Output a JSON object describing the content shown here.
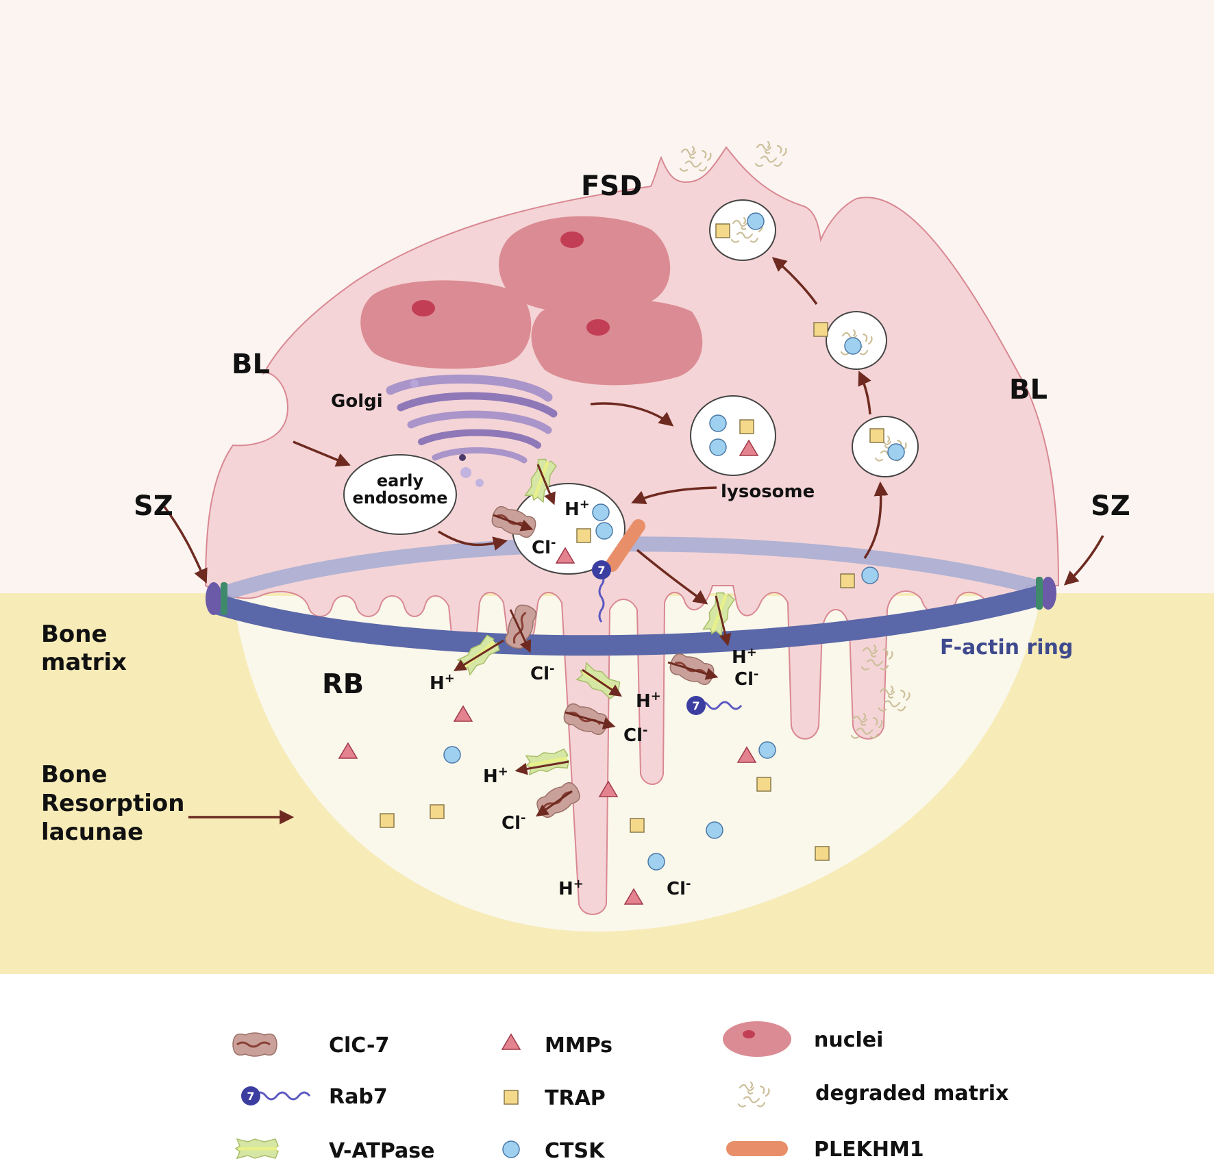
{
  "labels": {
    "fsd": "FSD",
    "bl_left": "BL",
    "bl_right": "BL",
    "sz_left": "SZ",
    "sz_right": "SZ",
    "golgi": "Golgi",
    "early_endosome_1": "early",
    "early_endosome_2": "endosome",
    "lysosome": "lysosome",
    "bone_matrix_1": "Bone",
    "bone_matrix_2": "matrix",
    "rb": "RB",
    "f_actin_ring": "F-actin ring",
    "bone_resorption_1": "Bone",
    "bone_resorption_2": "Resorption",
    "bone_resorption_3": "lacunae"
  },
  "ions": {
    "h": "H",
    "h_sup": "+",
    "cl": "Cl",
    "cl_sup": "-"
  },
  "legend": {
    "clc7": "ClC-7",
    "rab7": "Rab7",
    "rab7_badge": "7",
    "vatpase": "V-ATPase",
    "mmps": "MMPs",
    "trap": "TRAP",
    "ctsk": "CTSK",
    "nuclei": "nuclei",
    "degraded_matrix": "degraded matrix",
    "plekhm1": "PLEKHM1"
  },
  "colors": {
    "background_top": "#fbf4f1",
    "bone_matrix": "#f7ebb7",
    "lacuna": "#faf7eb",
    "cell_body": "#f4d4d6",
    "cell_border": "#d98892",
    "nucleus": "#db8b93",
    "nucleolus": "#c23e55",
    "f_actin": "#5a67a8",
    "arrow": "#6e2a20",
    "mmp": "#e3838f",
    "trap": "#f5d98a",
    "ctsk": "#9fd0ef",
    "plekhm1": "#e88f6a",
    "rab7": "#3b3ea0",
    "golgi": "#a995c9"
  }
}
